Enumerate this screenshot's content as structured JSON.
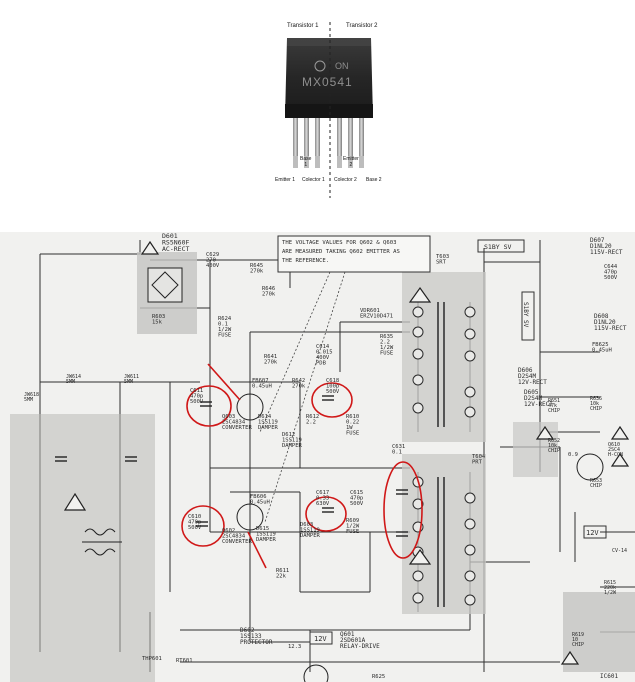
{
  "package": {
    "transistor1": "Transistor 1",
    "transistor2": "Transistor 2",
    "marking_prefix": "ON",
    "marking_part": "MX0541",
    "pins": {
      "base1": "Base\n1",
      "emitter2_top": "Emitter\n2",
      "emitter1": "Emitter 1",
      "collector1": "Colector 1",
      "collector2": "Colector 2",
      "base2": "Base 2"
    }
  },
  "schematic": {
    "note": [
      "THE VOLTAGE VALUES FOR Q602 & Q603",
      "ARE MEASURED TAKING Q602 EMITTER AS",
      "THE REFERENCE."
    ],
    "labels": {
      "d601": [
        "D601",
        "RS5N60F",
        "AC-RECT"
      ],
      "c629": [
        "C629",
        "270",
        "400V"
      ],
      "r645": [
        "R645",
        "270k"
      ],
      "r646": [
        "R646",
        "270k"
      ],
      "r624": [
        "R624",
        "0.1",
        "1/2W",
        "FUSE"
      ],
      "r603": [
        "R603",
        "15k"
      ],
      "r641": [
        "R641",
        "270k"
      ],
      "c614": [
        "C614",
        "0.015",
        "400V",
        "PDB"
      ],
      "vdr601": [
        "VDR601",
        "ERZV10D471"
      ],
      "r635": [
        "R635",
        "2.2",
        "1/2W",
        "FUSE"
      ],
      "t603": [
        "T603",
        "SRT"
      ],
      "s1bysv": "S1BY SV",
      "d607": [
        "D607",
        "D1NL20",
        "115V-RECT"
      ],
      "c644": [
        "C644",
        "470p",
        "500V"
      ],
      "d608": [
        "D608",
        "D1NL20",
        "115V-RECT"
      ],
      "fb625": [
        "FB625",
        "0.45uH"
      ],
      "d606": [
        "D606",
        "D2S4M",
        "12V-RECT"
      ],
      "d605": [
        "D605",
        "D2S4M",
        "12V-RECT"
      ],
      "jw614": [
        "JW614",
        "5MM"
      ],
      "jw611": [
        "JW611",
        "5MM"
      ],
      "jw618": [
        "JW618",
        "5MM"
      ],
      "fb607": [
        "FB607",
        "0.45uH"
      ],
      "r642": [
        "R642",
        "270k"
      ],
      "c618": [
        "C618",
        "100p",
        "500V"
      ],
      "c611": [
        "C611",
        "470p",
        "500V"
      ],
      "d614": [
        "D614",
        "1SS119",
        "DAMPER"
      ],
      "r612": [
        "R612",
        "2.2"
      ],
      "r610": [
        "R610",
        "0.22",
        "1W",
        "FUSE"
      ],
      "d612": [
        "D612",
        "1SS119",
        "DAMPER"
      ],
      "q603": [
        "Q603",
        "2SC4834",
        "CONVERTER"
      ],
      "c631": [
        "C631",
        "0.1"
      ],
      "t604": [
        "T604",
        "PRT"
      ],
      "fb606": [
        "FB606",
        "0.45uH"
      ],
      "c617": [
        "C617",
        "0.33",
        "630V"
      ],
      "c615": [
        "C615",
        "470p",
        "500V"
      ],
      "c610": [
        "C610",
        "470p",
        "500V"
      ],
      "r609": [
        "R609",
        "1/2W",
        "FUSE"
      ],
      "d615": [
        "D615",
        "1SS119",
        "DAMPER"
      ],
      "d603": [
        "D603",
        "1SS119",
        "DAMPER"
      ],
      "q602": [
        "Q602",
        "2SC4834",
        "CONVERTER"
      ],
      "r611": [
        "R611",
        "22k"
      ],
      "v12": "12V",
      "d602": [
        "D602",
        "1SS133",
        "PROTECTOR"
      ],
      "q601": [
        "Q601",
        "2SD601A",
        "RELAY-DRIVE"
      ],
      "v123": "12.3",
      "r625": "R625",
      "rt601": "RT601",
      "thp601": "THP601",
      "r651": [
        "R651",
        "47k",
        "CHIP"
      ],
      "r636": [
        "R636",
        "10k",
        "CHIP"
      ],
      "r652": [
        "R652",
        "10k",
        "CHIP"
      ],
      "q610": [
        "Q610",
        "2SC4",
        "H-CON"
      ],
      "v09": "0.9",
      "r653": [
        "R653",
        "CHIP"
      ],
      "v12b": "12V",
      "r615": [
        "R615",
        "220k",
        "1/2W"
      ],
      "r619": [
        "R619",
        "10",
        "CHIP"
      ],
      "ic601": "IC601",
      "cv": "CV-14",
      "slbysv2": "S1BY SV"
    }
  }
}
